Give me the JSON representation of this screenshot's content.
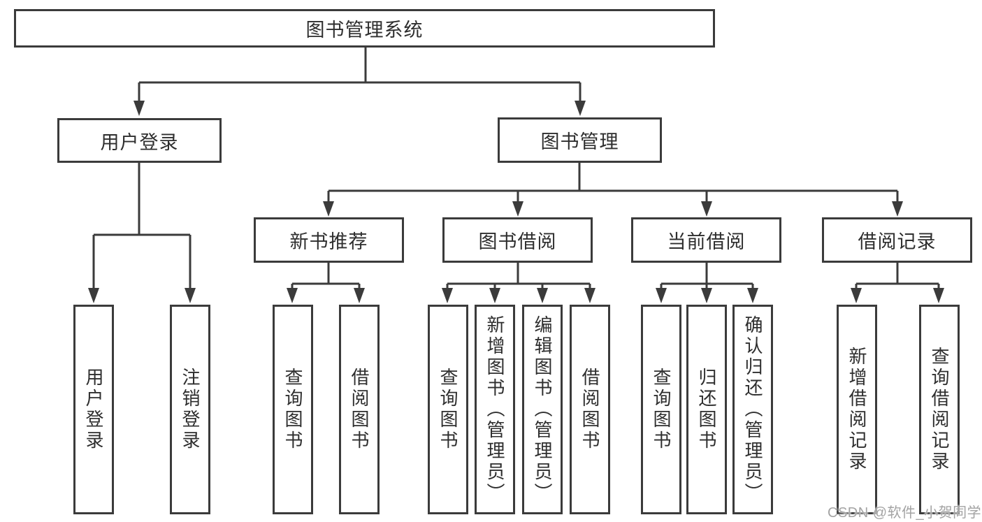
{
  "colors": {
    "line": "#3b3b3b",
    "box_border": "#3b3b3b",
    "text": "#2e2e2e",
    "background": "#ffffff",
    "watermark_gray": "#a3a3a3"
  },
  "watermark": "CSDN @软件_小贺同学",
  "tree": {
    "root": {
      "label": "图书管理系统"
    },
    "branches": [
      {
        "label": "用户登录",
        "children": [
          {
            "label": "用户登录"
          },
          {
            "label": "注销登录"
          }
        ]
      },
      {
        "label": "图书管理",
        "children": [
          {
            "label": "新书推荐",
            "children": [
              {
                "label": "查询图书"
              },
              {
                "label": "借阅图书"
              }
            ]
          },
          {
            "label": "图书借阅",
            "children": [
              {
                "label": "查询图书"
              },
              {
                "label": "新增图书（管理员）"
              },
              {
                "label": "编辑图书（管理员）"
              },
              {
                "label": "借阅图书"
              }
            ]
          },
          {
            "label": "当前借阅",
            "children": [
              {
                "label": "查询图书"
              },
              {
                "label": "归还图书"
              },
              {
                "label": "确认归还（管理员）"
              }
            ]
          },
          {
            "label": "借阅记录",
            "children": [
              {
                "label": "新增借阅记录"
              },
              {
                "label": "查询借阅记录"
              }
            ]
          }
        ]
      }
    ]
  }
}
